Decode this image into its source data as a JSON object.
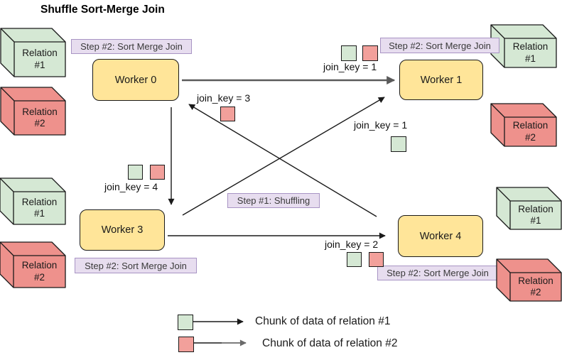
{
  "title": "Shuffle Sort-Merge Join",
  "workers": {
    "worker0": "Worker 0",
    "worker1": "Worker 1",
    "worker3": "Worker 3",
    "worker4": "Worker 4"
  },
  "step_labels": {
    "shuffling": "Step #1: Shuffling",
    "sort_merge_join": "Step #2: Sort Merge Join"
  },
  "relations": {
    "relation1": "Relation #1",
    "relation2": "Relation #2"
  },
  "join_key_labels": {
    "pair_to_worker1": "join_key = 1",
    "single_to_worker1": "join_key = 1",
    "to_worker0": "join_key = 3",
    "to_worker3": "join_key = 4",
    "to_worker4": "join_key = 2"
  },
  "legend": {
    "relation1_chunk": "Chunk of data of relation #1",
    "relation2_chunk": "Chunk of data of relation #2"
  },
  "icons": {
    "chunk_relation1": "green-square",
    "chunk_relation2": "red-square"
  },
  "colors": {
    "relation1_fill": "#d5e8d4",
    "relation2_cube_fill": "#ee918c",
    "relation2_chunk_fill": "#f2a09b",
    "worker_fill": "#ffe599",
    "step_label_fill": "#e7ddef",
    "step_label_border": "#a894c4",
    "shuffle_arrow_gray": "#5a5a5a",
    "outline": "#1a1a1a"
  }
}
